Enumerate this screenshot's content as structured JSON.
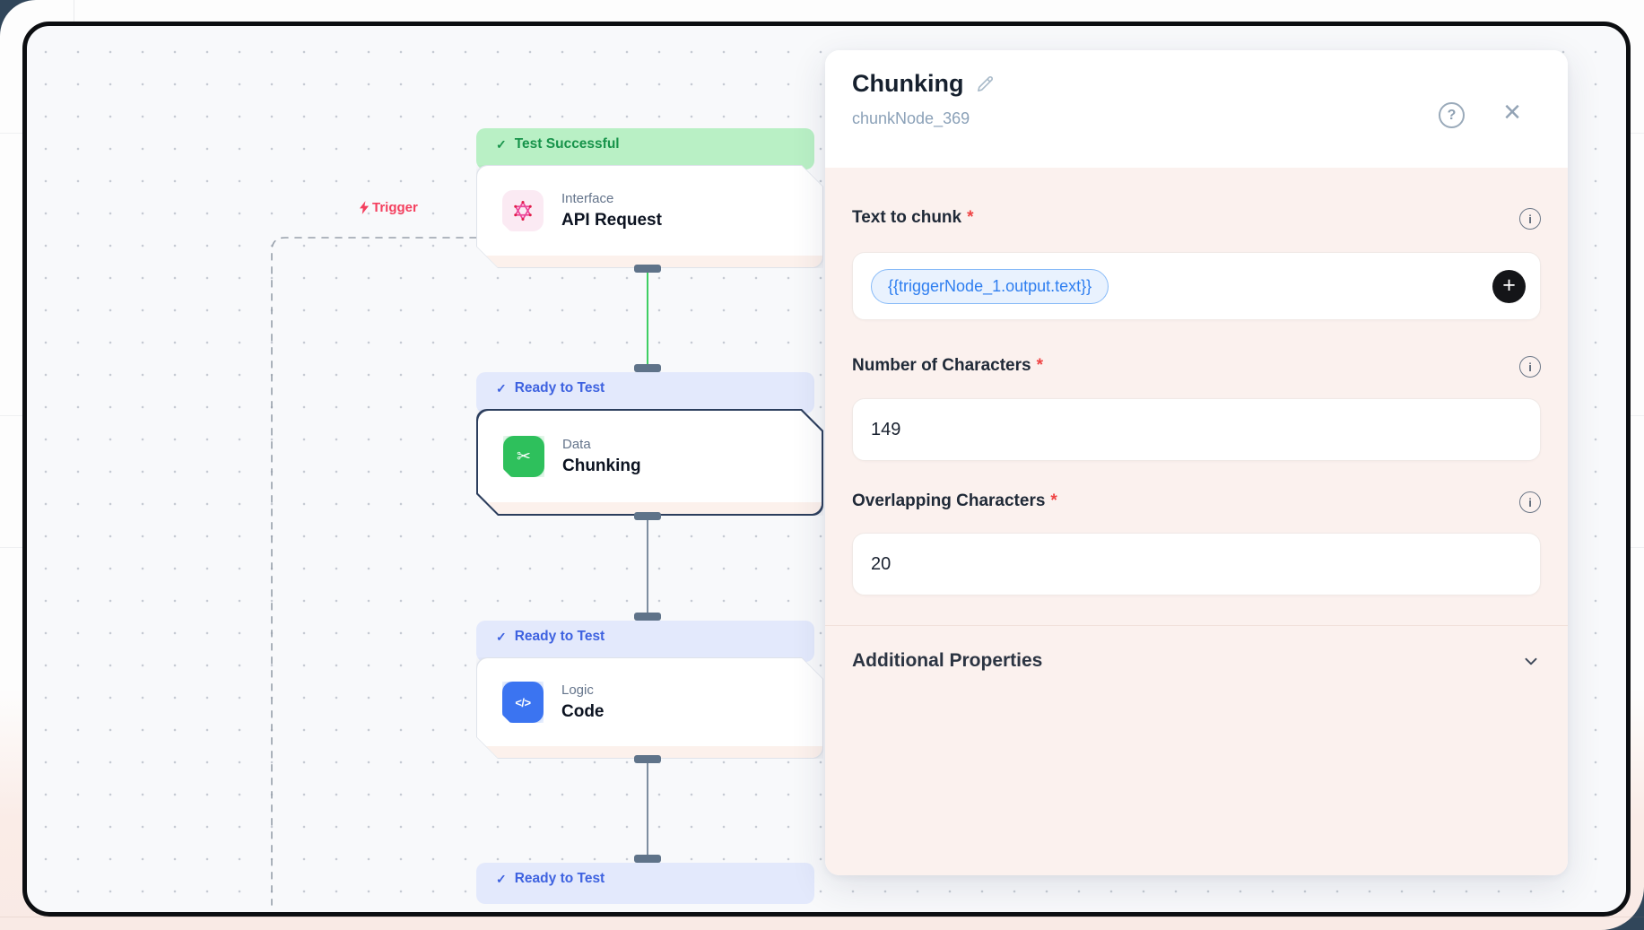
{
  "canvas": {
    "trigger_label": "Trigger",
    "nodes": [
      {
        "status": "Test Successful",
        "category": "Interface",
        "title": "API Request"
      },
      {
        "status": "Ready to Test",
        "category": "Data",
        "title": "Chunking",
        "selected": true
      },
      {
        "status": "Ready to Test",
        "category": "Logic",
        "title": "Code"
      },
      {
        "status": "Ready to Test"
      }
    ]
  },
  "panel": {
    "title": "Chunking",
    "node_id": "chunkNode_369",
    "required_mark": "*",
    "fields": [
      {
        "label": "Text to chunk",
        "value": "{{triggerNode_1.output.text}}"
      },
      {
        "label": "Number of Characters",
        "value": "149"
      },
      {
        "label": "Overlapping Characters",
        "value": "20"
      }
    ],
    "additional_properties_label": "Additional Properties"
  },
  "icons": {
    "check": "✓",
    "close": "×",
    "help": "?",
    "info": "i",
    "plus": "+",
    "code": "</>",
    "scissors": "✂"
  },
  "colors": {
    "success_bg": "#b9f0c5",
    "success_text": "#17934a",
    "ready_bg": "#e3e9fc",
    "ready_text": "#3e62e0",
    "selected_border": "#2c3e5d",
    "data_icon": "#2ec05c",
    "logic_icon": "#3b74f1",
    "interface_accent": "#ec4899",
    "trigger": "#f43f5e",
    "token_text": "#2e7ef0",
    "panel_body_bg": "#fbf1ee",
    "connector_active": "#3ecf63",
    "connector_idle": "#5f7389"
  }
}
